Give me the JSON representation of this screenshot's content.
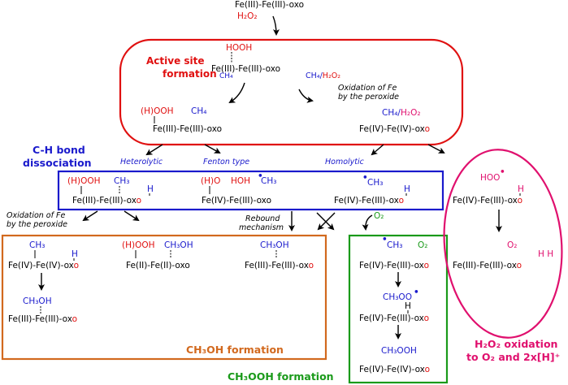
{
  "colors": {
    "red": "#e01010",
    "blue": "#1a1acc",
    "green": "#1a9a1a",
    "pink": "#e0106e",
    "orange": "#d2691e",
    "black": "#000000"
  },
  "top": {
    "dimer": "Fe(III)-Fe(III)-oxo",
    "h2o2": "H₂O₂"
  },
  "active_site": {
    "title_line1": "Active site",
    "title_line2": "formation",
    "hooh_label": "HOOH",
    "hooh_dimer": "Fe(III)-Fe(III)-oxo",
    "ch4_left": "CH₄",
    "ch4_h2o2_left": "CH₄/",
    "ch4_h2o2_right": "H₂O₂",
    "oxidation_line1": "Oxidation of Fe",
    "oxidation_line2": "by the peroxide",
    "left_ligand": "(H)OOH",
    "left_ch4": "CH₄",
    "left_dimer": "Fe(III)-Fe(III)-oxo",
    "right_ch4": "CH₄/",
    "right_h2o2": "H₂O₂",
    "right_dimer_a": "Fe(IV)-Fe(IV)-ox",
    "right_dimer_b": "o"
  },
  "ch_bond": {
    "title_line1": "C-H bond",
    "title_line2": "dissociation",
    "heterolytic": "Heterolytic",
    "fenton": "Fenton type",
    "homolytic": "Homolytic",
    "s1_ligand": "(H)OOH",
    "s1_ch3": "CH₃",
    "s1_h": "H",
    "s1_dimer_a": "Fe(III)-Fe(III)-ox",
    "s1_dimer_b": "o",
    "s2_ligand": "(H)O",
    "s2_hoh": "HOH",
    "s2_radical": "•",
    "s2_ch3": "CH₃",
    "s2_dimer": "Fe(IV)-Fe(III)-oxo",
    "s3_radical": "•",
    "s3_ch3": "CH₃",
    "s3_h": "H",
    "s3_dimer_a": "Fe(IV)-Fe(III)-ox",
    "s3_dimer_b": "o"
  },
  "middle_labels": {
    "oxidation_line1": "Oxidation of Fe",
    "oxidation_line2": "by the peroxide",
    "rebound_line1": "Rebound",
    "rebound_line2": "mechanism",
    "o2": "O₂"
  },
  "ch3oh_box": {
    "title": "CH₃OH formation",
    "a_ch3": "CH₃",
    "a_h": "H",
    "a_dimer_a": "Fe(IV)-Fe(IV)-ox",
    "a_dimer_b": "o",
    "a2_ch3oh": "CH₃OH",
    "a2_dimer_a": "Fe(III)-Fe(III)-ox",
    "a2_dimer_b": "o",
    "b_ligand": "(H)OOH",
    "b_ch3oh": "CH₃OH",
    "b_dimer": "Fe(II)-Fe(II)-oxo",
    "c_ch3oh": "CH₃OH",
    "c_dimer_a": "Fe(III)-Fe(III)-ox",
    "c_dimer_b": "o"
  },
  "ch3ooh_box": {
    "title": "CH₃OOH formation",
    "r_radical": "•",
    "r_ch3": "CH₃",
    "r_o2": "O₂",
    "d1_a": "Fe(IV)-Fe(III)-ox",
    "d1_b": "o",
    "ch3oo": "CH₃OO",
    "ch3oo_radical": "•",
    "h": "H",
    "d2_a": "Fe(IV)-Fe(III)-ox",
    "d2_b": "o",
    "ch3ooh": "CH₃OOH",
    "d3_a": "Fe(IV)-Fe(IV)-ox",
    "d3_b": "o"
  },
  "h2o2_ox": {
    "hoo": "HOO",
    "hoo_radical": "•",
    "h": "H",
    "d1_a": "Fe(IV)-Fe(III)-ox",
    "d1_b": "o",
    "o2": "O₂",
    "hh": "H H",
    "d2_a": "Fe(III)-Fe(III)-ox",
    "d2_b": "o",
    "title_line1": "H₂O₂ oxidation",
    "title_line2": "to O₂ and 2x[H]⁺"
  }
}
